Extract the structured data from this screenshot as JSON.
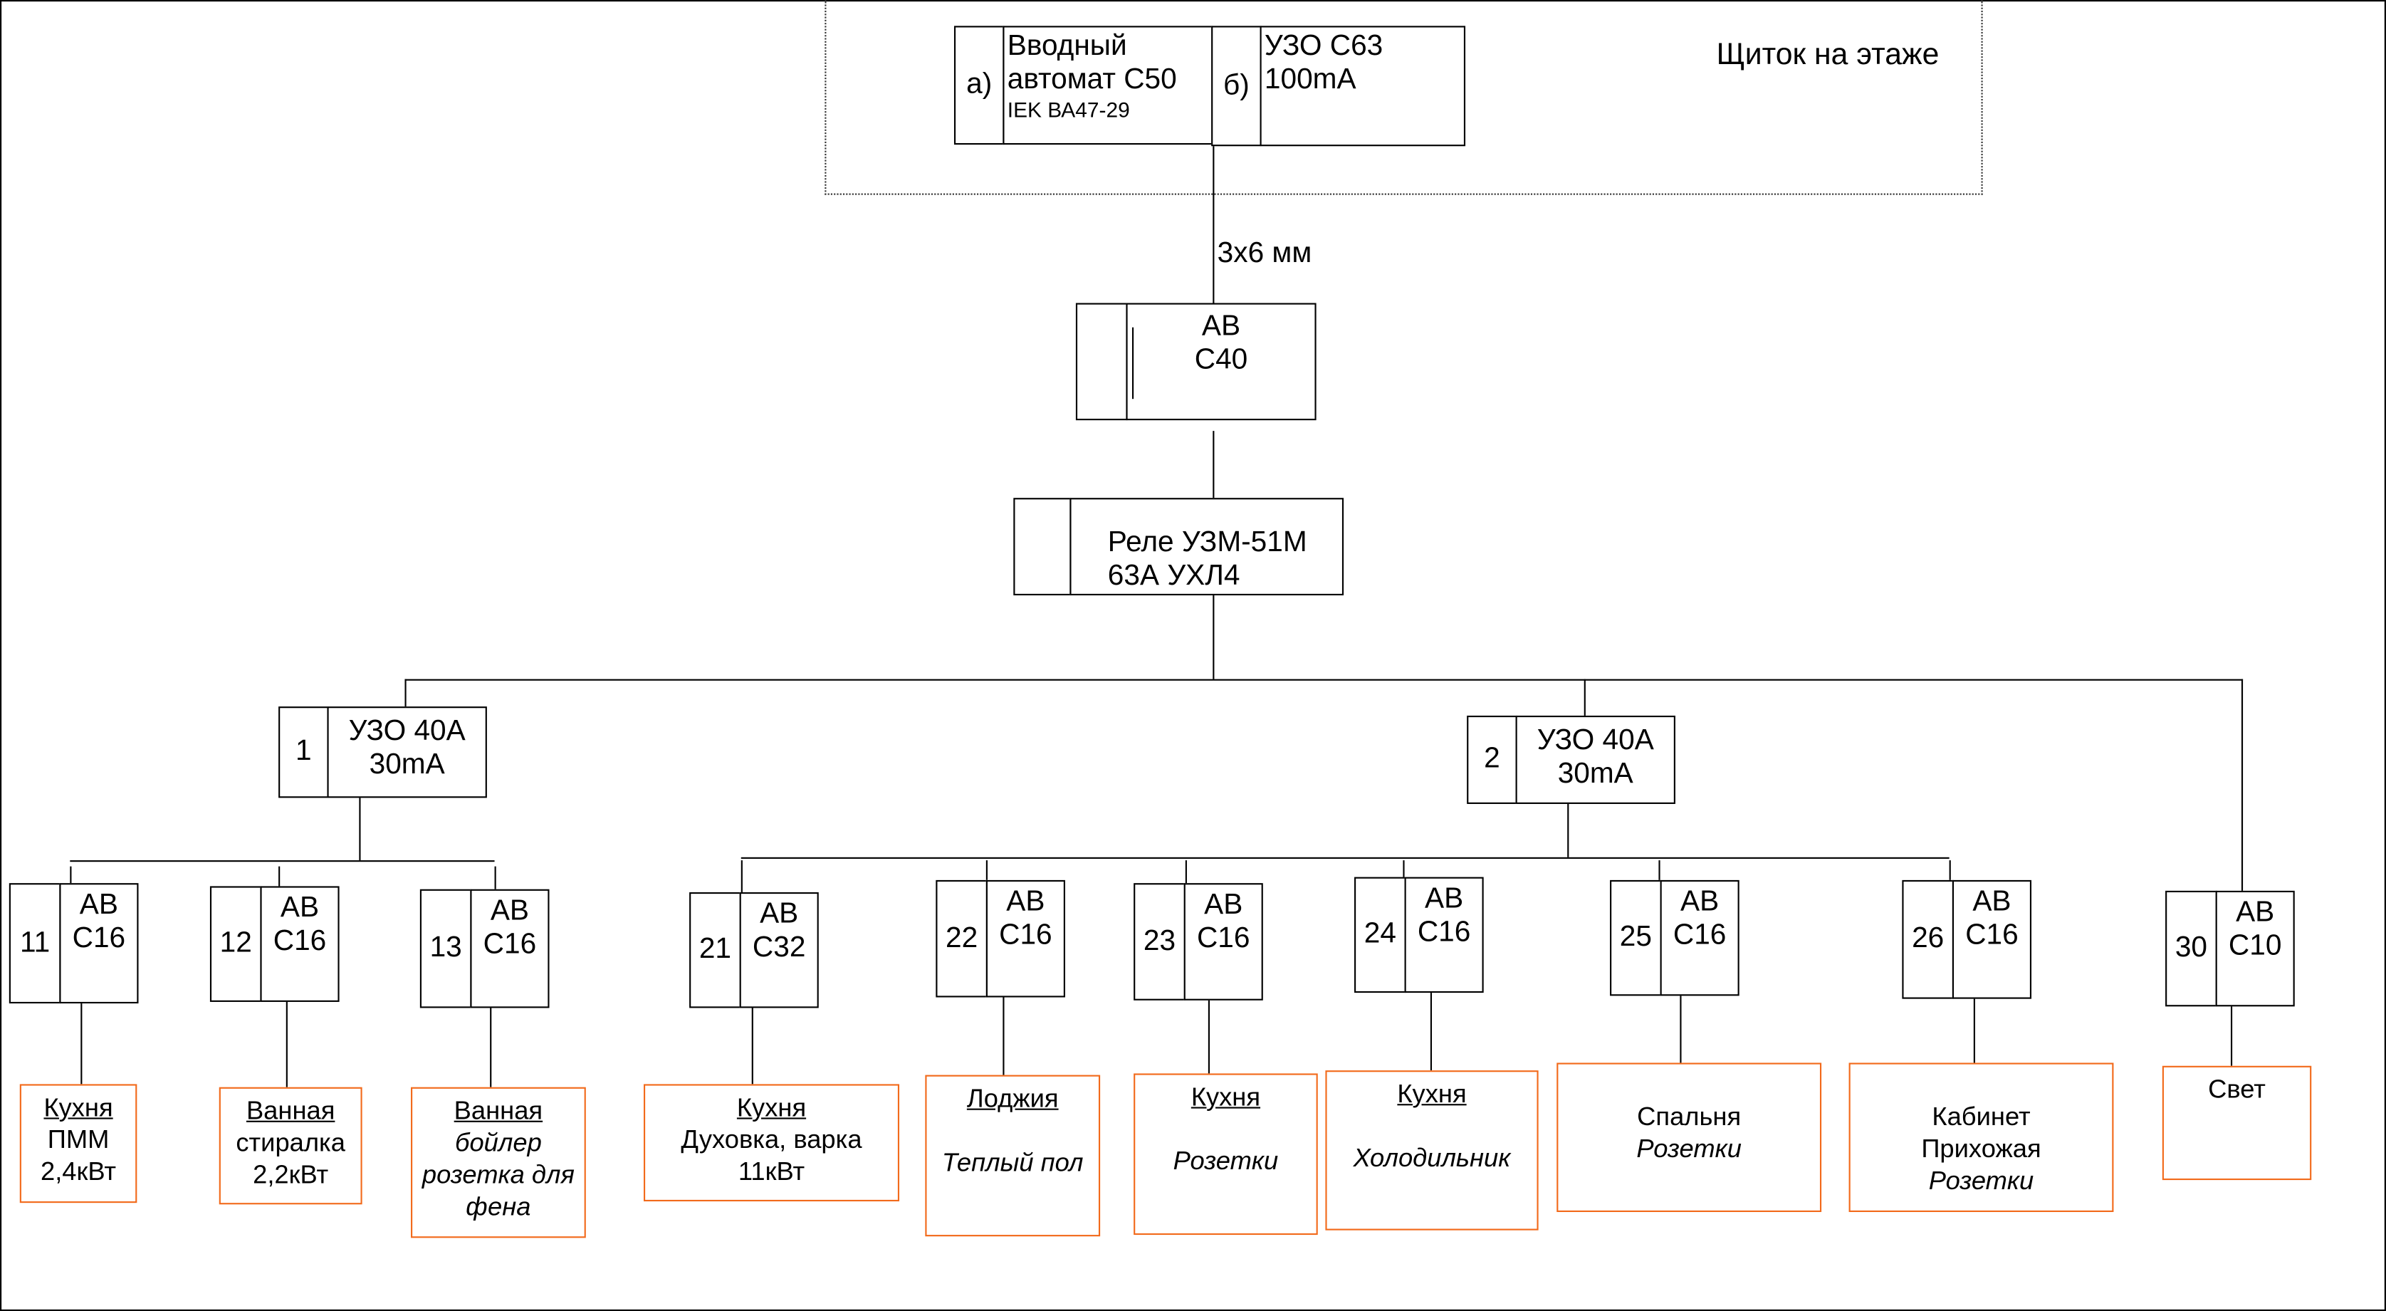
{
  "panel": {
    "title": "Щиток на этаже",
    "cable": "3х6 мм"
  },
  "input_breaker": {
    "tag": "а)",
    "line1": "Вводный",
    "line2": "автомат С50",
    "model": "IEK ВА47-29"
  },
  "input_rcd": {
    "tag": "б)",
    "line1": "УЗО С63",
    "line2": "100mA"
  },
  "main_breaker": {
    "line1": "АВ",
    "line2": "С40"
  },
  "relay": {
    "line1": "Реле УЗМ-51М",
    "line2": "63А УХЛ4"
  },
  "rcds": [
    {
      "num": "1",
      "line1": "УЗО 40А",
      "line2": "30mA"
    },
    {
      "num": "2",
      "line1": "УЗО 40А",
      "line2": "30mA"
    }
  ],
  "breakers": [
    {
      "num": "11",
      "line1": "АВ",
      "line2": "С16",
      "load": {
        "title": "Кухня",
        "lines": [
          "ПММ",
          "2,4кВт"
        ],
        "italic": false
      }
    },
    {
      "num": "12",
      "line1": "АВ",
      "line2": "С16",
      "load": {
        "title": "Ванная",
        "lines": [
          "стиралка",
          "2,2кВт"
        ],
        "italic": false
      }
    },
    {
      "num": "13",
      "line1": "АВ",
      "line2": "С16",
      "load": {
        "title": "Ванная",
        "lines": [
          "бойлер",
          "розетка для",
          "фена"
        ],
        "italic": true
      }
    },
    {
      "num": "21",
      "line1": "АВ",
      "line2": "С32",
      "load": {
        "title": "Кухня",
        "lines": [
          "Духовка, варка",
          "11кВт"
        ],
        "italic": false
      }
    },
    {
      "num": "22",
      "line1": "АВ",
      "line2": "С16",
      "load": {
        "title": "Лоджия",
        "lines": [
          "",
          "Теплый пол"
        ],
        "italic": true
      }
    },
    {
      "num": "23",
      "line1": "АВ",
      "line2": "С16",
      "load": {
        "title": "Кухня",
        "lines": [
          "",
          "Розетки"
        ],
        "italic": true
      }
    },
    {
      "num": "24",
      "line1": "АВ",
      "line2": "С16",
      "load": {
        "title": "Кухня",
        "lines": [
          "",
          "Холодильник"
        ],
        "italic": true
      }
    },
    {
      "num": "25",
      "line1": "АВ",
      "line2": "С16",
      "load": {
        "title": "",
        "lines": [
          "Спальня",
          "Розетки"
        ],
        "italic": true
      }
    },
    {
      "num": "26",
      "line1": "АВ",
      "line2": "С16",
      "load": {
        "title": "",
        "lines": [
          "Кабинет",
          "Прихожая",
          "Розетки"
        ],
        "italic": true
      }
    },
    {
      "num": "30",
      "line1": "АВ",
      "line2": "С10",
      "load": {
        "title": "",
        "lines": [
          "Свет"
        ],
        "italic": false
      }
    }
  ],
  "colors": {
    "load_border": "#f26a1b",
    "line": "#000000"
  }
}
